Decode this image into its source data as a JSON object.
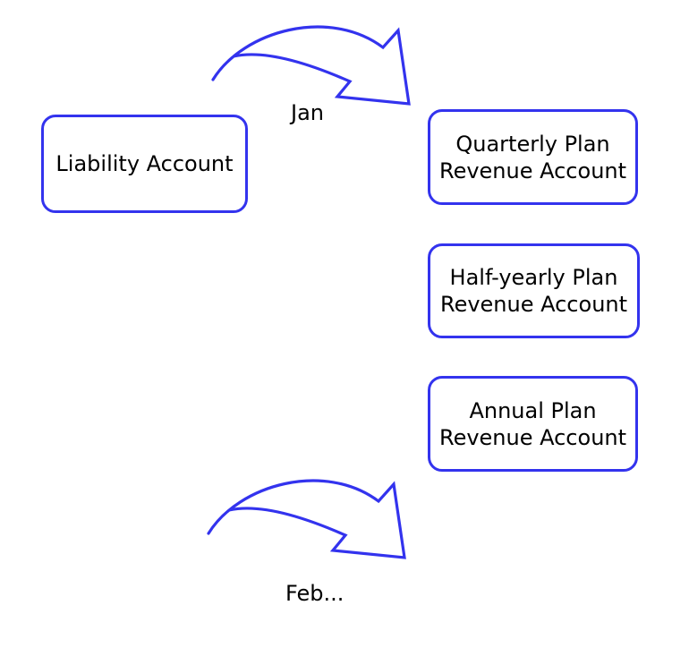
{
  "colors": {
    "accent": "#3333ee",
    "text": "#000000",
    "background": "#ffffff"
  },
  "nodes": {
    "liability": {
      "label": "Liability Account"
    },
    "quarterly": {
      "label": "Quarterly Plan\nRevenue Account"
    },
    "half_yearly": {
      "label": "Half-yearly Plan\nRevenue Account"
    },
    "annual": {
      "label": "Annual Plan\nRevenue Account"
    }
  },
  "arrows": {
    "jan": {
      "label": "Jan"
    },
    "feb": {
      "label": "Feb..."
    }
  }
}
